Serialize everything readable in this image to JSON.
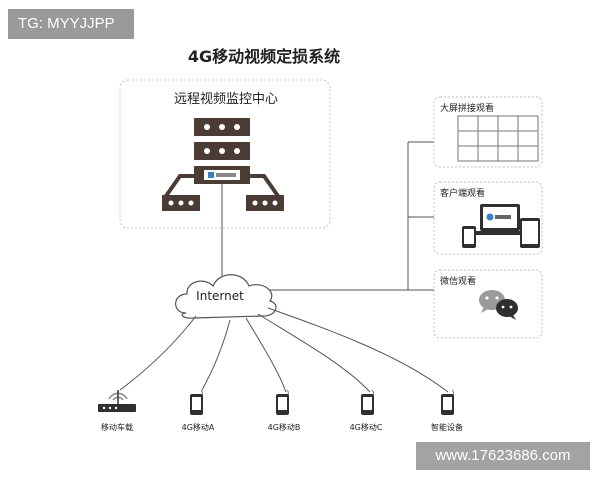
{
  "watermark_tag": "TG: MYYJJPP",
  "title": "4G移动视频定损系统",
  "center": {
    "label": "远程视频监控中心"
  },
  "cloud": {
    "label": "Internet"
  },
  "panels": [
    {
      "label": "大屏拼接观看"
    },
    {
      "label": "客户端观看"
    },
    {
      "label": "微信观看"
    }
  ],
  "devices": [
    {
      "label": "移动车载"
    },
    {
      "label": "4G移动A"
    },
    {
      "label": "4G移动B"
    },
    {
      "label": "4G移动C"
    },
    {
      "label": "智能设备"
    }
  ],
  "watermark_url": "www.17623686.com",
  "colors": {
    "server": "#4a3b35",
    "line": "#555555",
    "panel_border": "#bdbdbd",
    "tag_bg": "#9a9a9a"
  }
}
